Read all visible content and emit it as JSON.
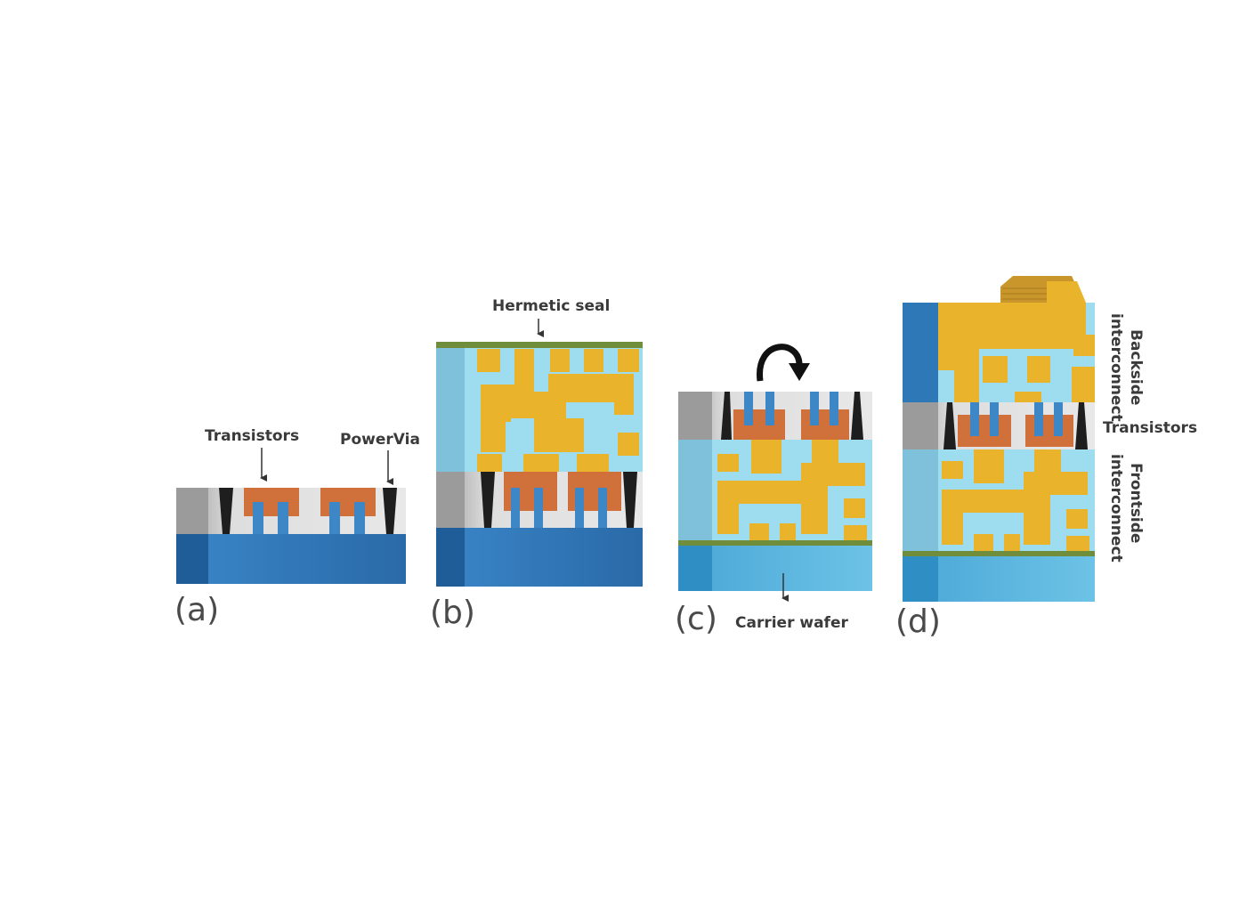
{
  "panels": {
    "a": "(a)",
    "b": "(b)",
    "c": "(c)",
    "d": "(d)"
  },
  "labels": {
    "transistors_a": "Transistors",
    "powervia_a": "PowerVia",
    "hermetic_seal": "Hermetic seal",
    "carrier_wafer": "Carrier wafer",
    "backside_1": "Backside",
    "backside_2": "interconnect",
    "transistors_d": "Transistors",
    "frontside_1": "Frontside",
    "frontside_2": "interconnect"
  },
  "colors": {
    "silicon": "#2f78b8",
    "dielectric": "#9edcef",
    "metal": "#e9b42b",
    "transistor": "#d0703a",
    "contact": "#3d87c6",
    "powervia": "#1e1e1e",
    "seal": "#6f8d3a",
    "gray": "#a8a8a8"
  }
}
